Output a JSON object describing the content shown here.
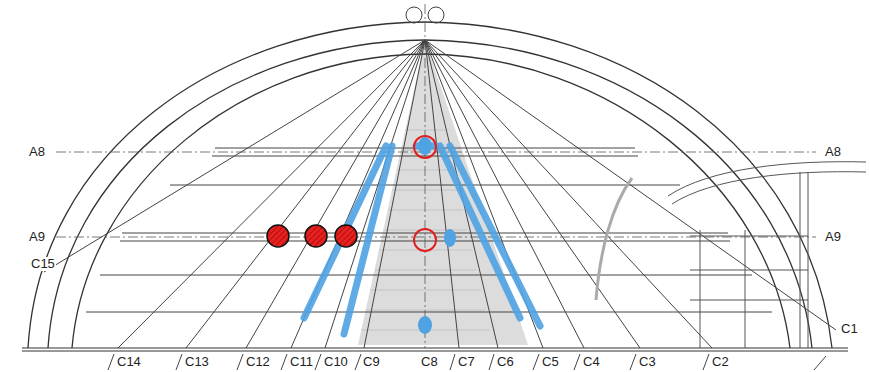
{
  "diagram": {
    "labels": [
      "A8",
      "A8",
      "A9",
      "A9",
      "C15",
      "C14",
      "C13",
      "C12",
      "C11",
      "C10",
      "C9",
      "C8",
      "C7",
      "C6",
      "C5",
      "C4",
      "C3",
      "C2",
      "C1"
    ]
  }
}
